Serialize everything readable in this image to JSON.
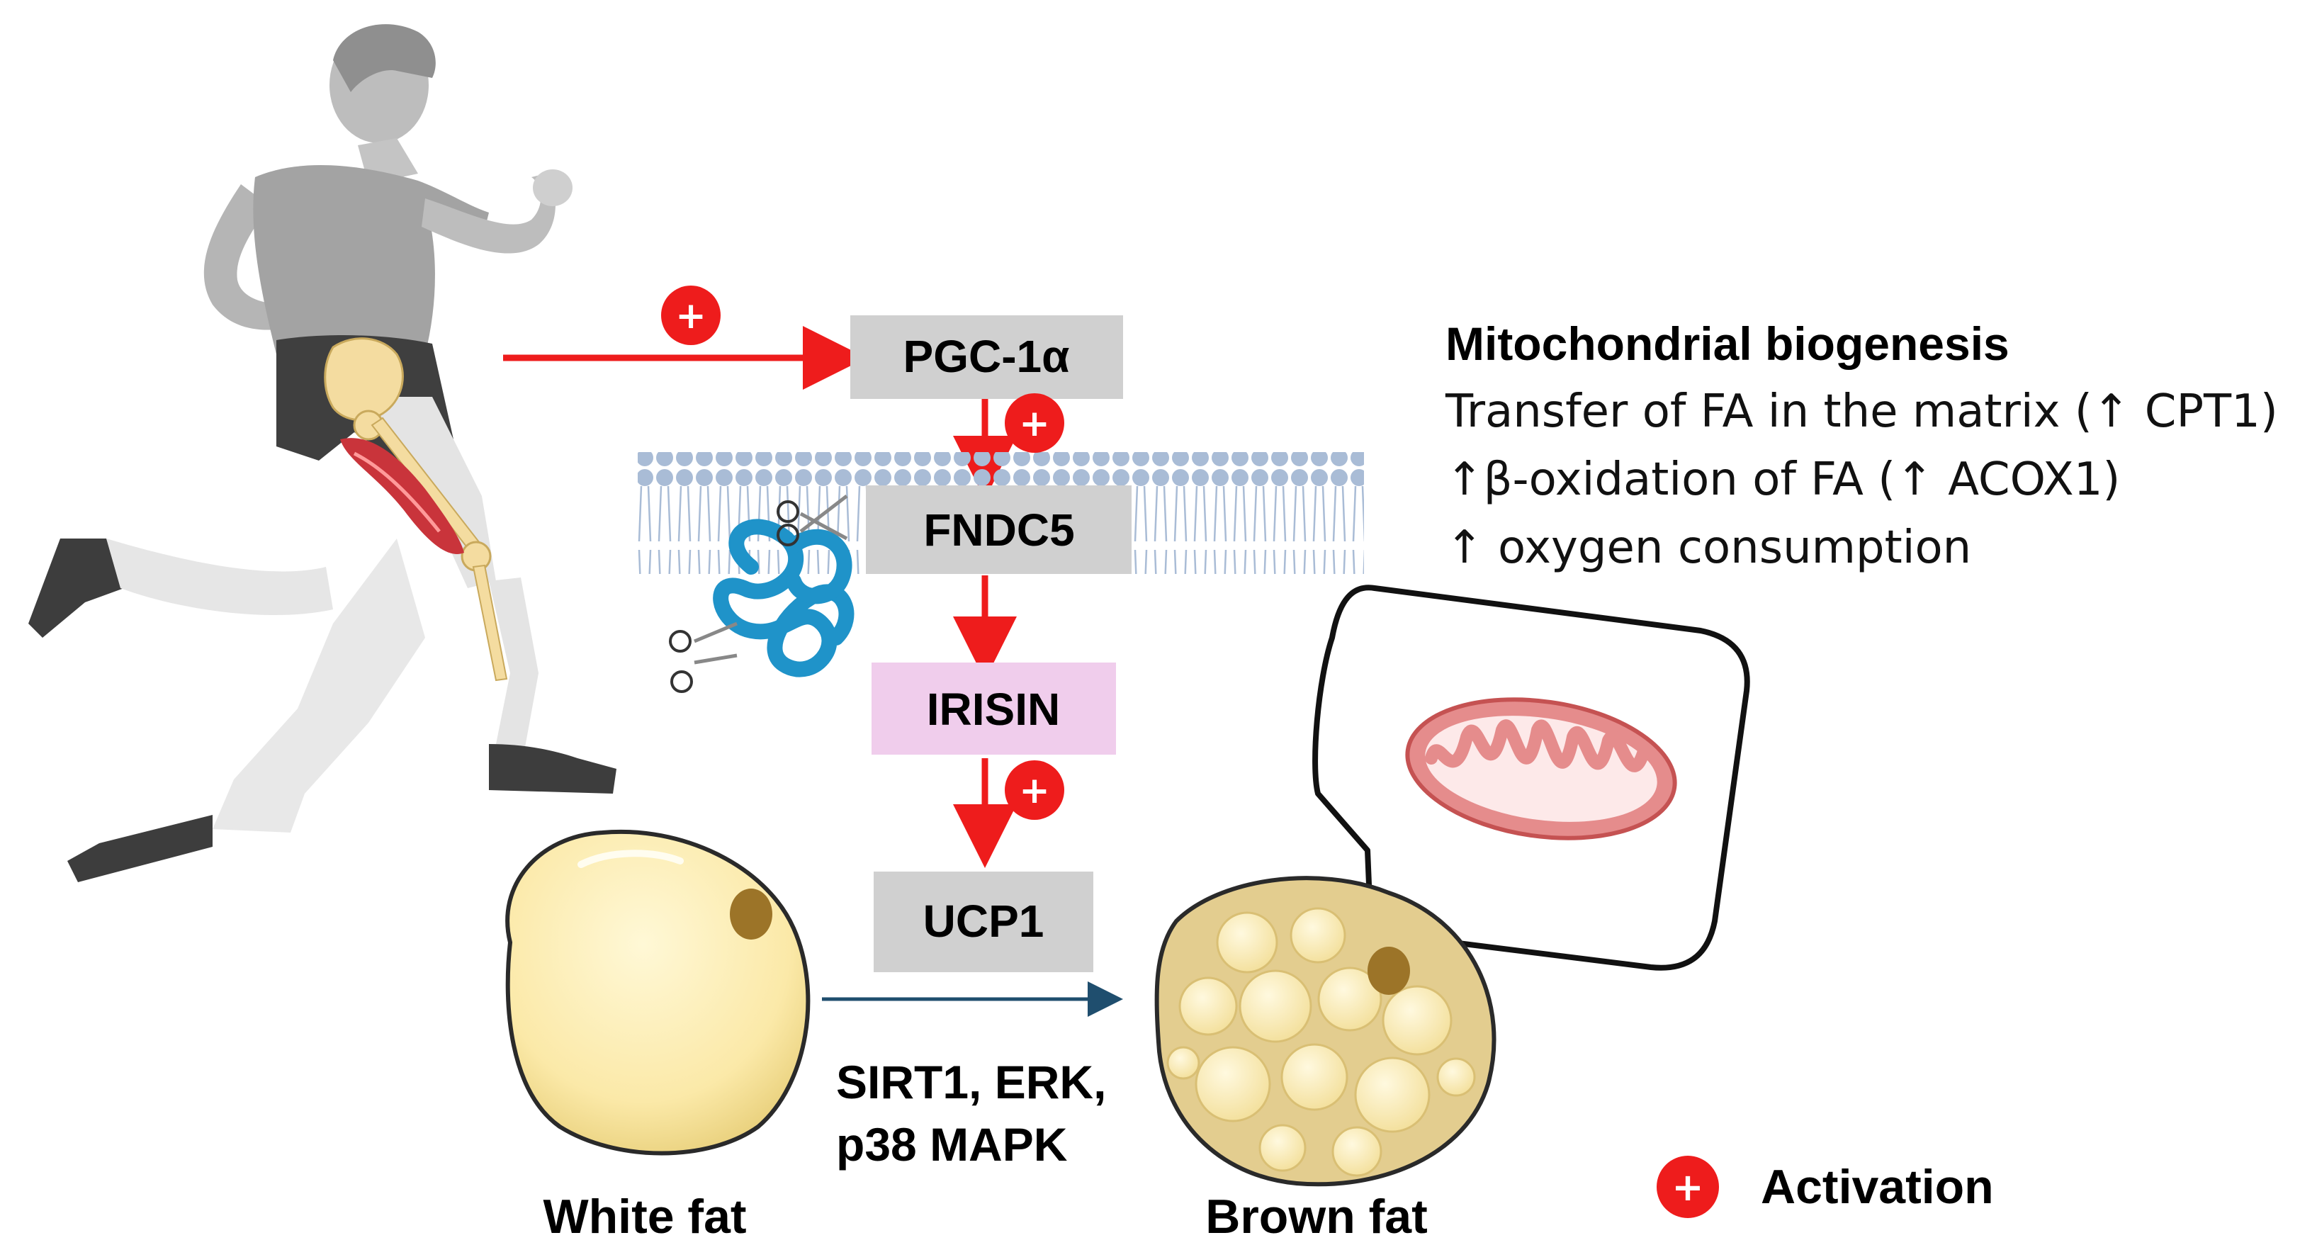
{
  "colors": {
    "activation_red": "#ee1c1c",
    "box_gray": "#d0d0d0",
    "irisin_pink": "#f0cdec",
    "membrane_blue": "#a9bcd6",
    "protein_blue": "#1f93c9",
    "runner_gray": "#bdbdbd",
    "white_fat_fill": "#fbe9a8",
    "brown_fat_fill": "#e3cd8f",
    "mito_red": "#d86a6a",
    "conversion_arrow": "#1f4e6e"
  },
  "icons": {
    "runner": "runner-icon",
    "membrane": "cell-membrane-icon",
    "protein": "fndc5-protein-icon",
    "scissors": "scissors-icon",
    "white_fat": "white-adipocyte-icon",
    "brown_fat": "brown-adipocyte-icon",
    "mitochondrion": "mitochondrion-icon",
    "activation": "plus-circle-icon"
  },
  "pathway": {
    "pgc1a": "PGC-1α",
    "fndc5": "FNDC5",
    "irisin": "IRISIN",
    "ucp1": "UCP1"
  },
  "plus_symbol": "+",
  "effects": {
    "title": "Mitochondrial biogenesis",
    "items": [
      "Transfer of FA in the matrix (↑ CPT1)",
      "↑β-oxidation of FA (↑ ACOX1)",
      "↑ oxygen consumption"
    ]
  },
  "conversion": {
    "mediators_line1": "SIRT1, ERK,",
    "mediators_line2": "p38 MAPK"
  },
  "cells": {
    "white_fat_label": "White fat",
    "brown_fat_label": "Brown fat"
  },
  "legend": {
    "activation_label": "Activation"
  }
}
